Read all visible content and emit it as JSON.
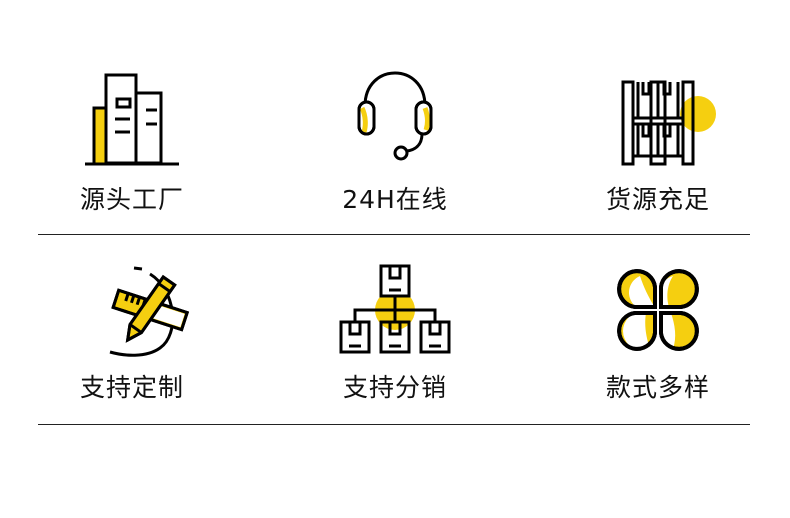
{
  "accent_color": "#f5cf10",
  "features": [
    {
      "label": "源头工厂",
      "icon": "factory-buildings-icon"
    },
    {
      "label": "24H在线",
      "icon": "headset-icon"
    },
    {
      "label": "货源充足",
      "icon": "warehouse-shelf-icon"
    },
    {
      "label": "支持定制",
      "icon": "pencil-ruler-icon"
    },
    {
      "label": "支持分销",
      "icon": "distribution-boxes-icon"
    },
    {
      "label": "款式多样",
      "icon": "clover-petals-icon"
    }
  ]
}
